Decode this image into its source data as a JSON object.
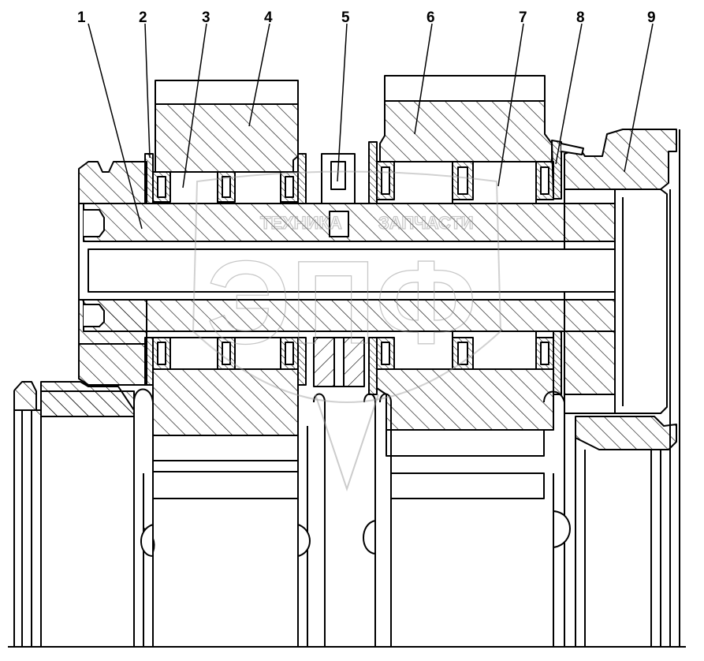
{
  "callouts": [
    {
      "label": "1"
    },
    {
      "label": "2"
    },
    {
      "label": "3"
    },
    {
      "label": "4"
    },
    {
      "label": "5"
    },
    {
      "label": "6"
    },
    {
      "label": "7"
    },
    {
      "label": "8"
    },
    {
      "label": "9"
    }
  ],
  "watermark": {
    "line1_left": "ТЕХНИКА",
    "line1_right": "ЗАПЧАСТИ",
    "monogram": "ЭПФ"
  },
  "colors": {
    "ink": "#000000",
    "hatch": "#000000",
    "paper": "#ffffff",
    "watermark": "#9a9a9a"
  }
}
